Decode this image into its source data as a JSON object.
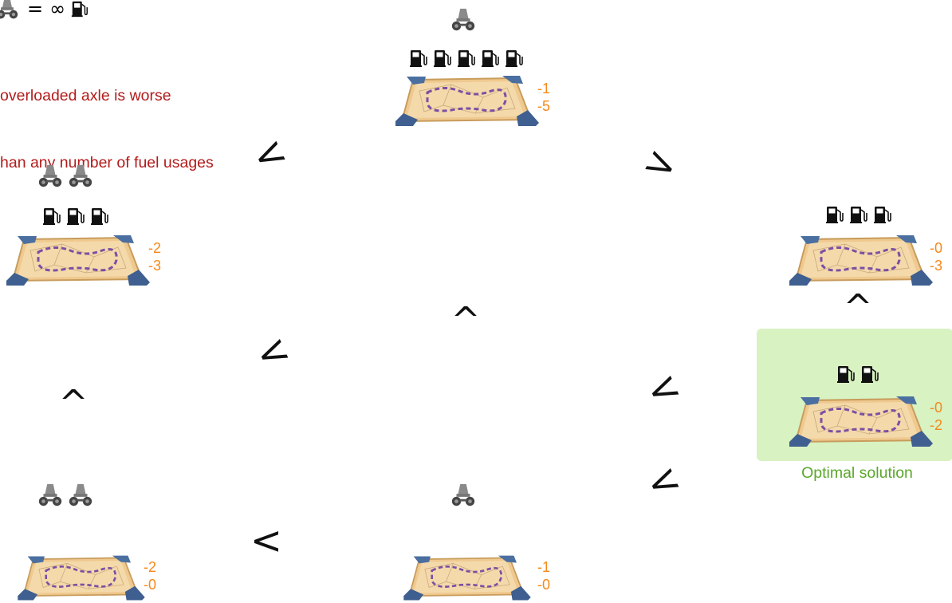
{
  "legend": {
    "equals": "=",
    "infinity": "∞",
    "icons": [
      "overloaded-axle-icon",
      "fuel-pump-icon"
    ]
  },
  "note": {
    "line1": "overloaded axle is worse",
    "line2": "han any number of fuel usages"
  },
  "colors": {
    "note_text": "#b31b1b",
    "score_text": "#f5891c",
    "optimal_bg": "#d8f2c2",
    "optimal_text": "#5aa82c",
    "map_fill": "#f0cf99",
    "map_route": "#7b4fa3",
    "map_corner": "#4a6fa0"
  },
  "solutions": {
    "top": {
      "axles": 1,
      "fuel": 5,
      "score1": "-1",
      "score2": "-5"
    },
    "left_upper": {
      "axles": 2,
      "fuel": 3,
      "score1": "-2",
      "score2": "-3"
    },
    "right_upper": {
      "axles": 0,
      "fuel": 3,
      "score1": "-0",
      "score2": "-3"
    },
    "optimal": {
      "axles": 0,
      "fuel": 2,
      "score1": "-0",
      "score2": "-2"
    },
    "bottom_left": {
      "axles": 2,
      "fuel": 0,
      "score1": "-2",
      "score2": "-0"
    },
    "bottom_mid": {
      "axles": 1,
      "fuel": 0,
      "score1": "-1",
      "score2": "-0"
    }
  },
  "optimal_label": "Optimal solution",
  "operators": {
    "less_than": "<",
    "greater_than": "^"
  }
}
